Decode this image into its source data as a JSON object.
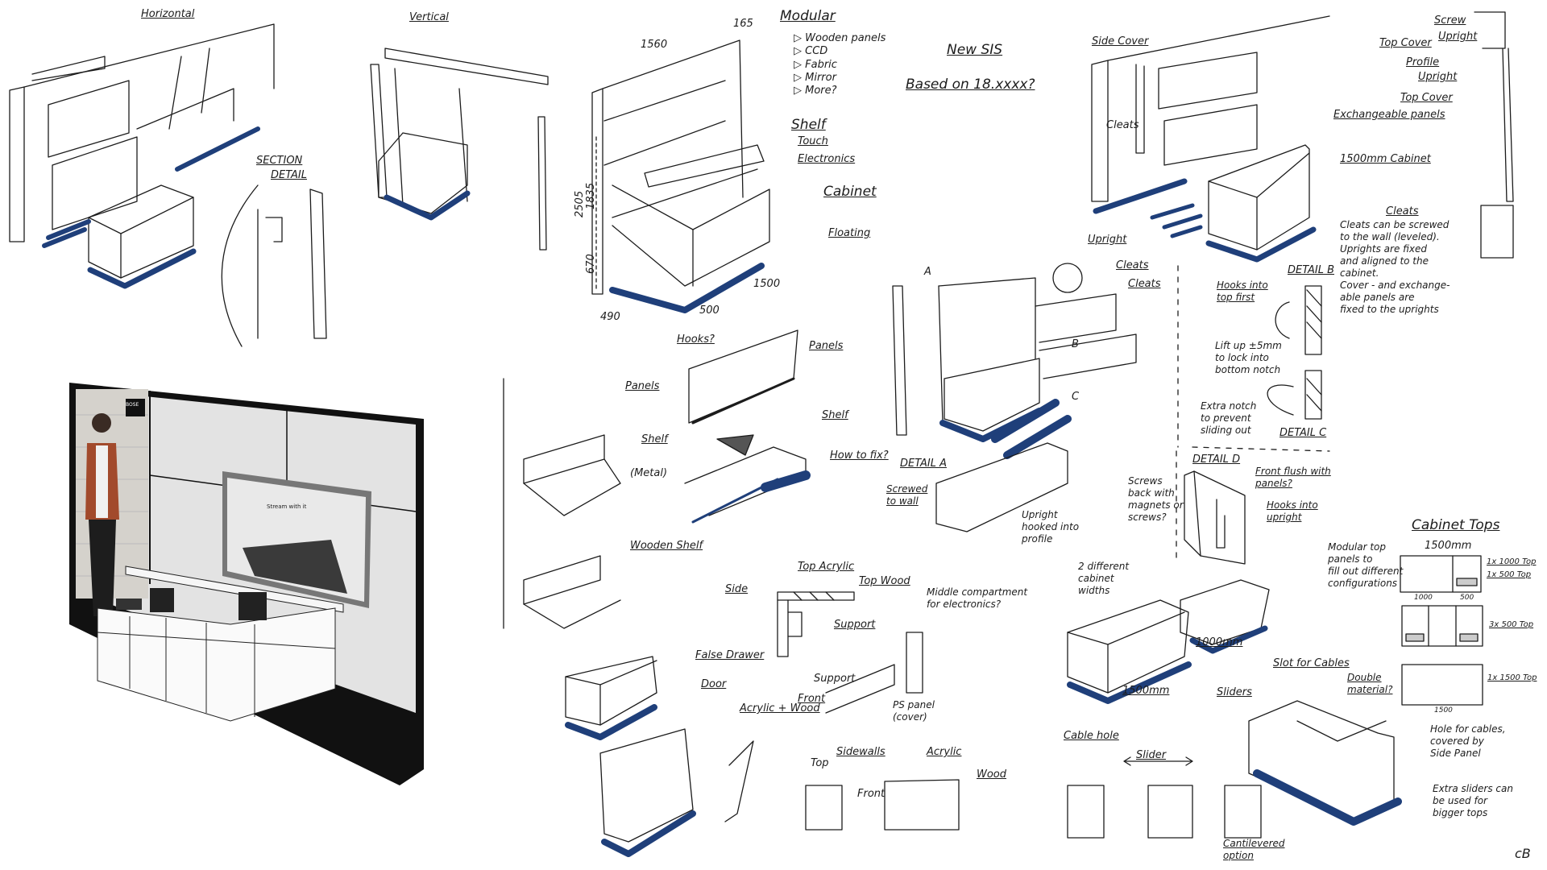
{
  "sheet": {
    "ink_color": "#1c1c1c",
    "marker_color": "#1f3f7a",
    "signature": "cB"
  },
  "concepts": {
    "horizontal": "Horizontal",
    "vertical": "Vertical",
    "section_detail_1": "SECTION",
    "section_detail_2": "DETAIL"
  },
  "modular": {
    "title": "Modular",
    "options": [
      "▷ Wooden panels",
      "▷ CCD",
      "▷ Fabric",
      "▷ Mirror",
      "▷ More?"
    ],
    "shelf": "Shelf",
    "touch": "Touch",
    "electronics": "Electronics",
    "cabinet": "Cabinet",
    "floating": "Floating",
    "dims": {
      "width": "1560",
      "depth_top": "165",
      "height_total": "2505",
      "height_panel": "1835",
      "height_base": "670",
      "cab_length": "1500",
      "cab_height": "500",
      "cab_depth": "490"
    }
  },
  "new_sis": {
    "title": "New SIS",
    "subtitle": "Based on 18.xxxx?"
  },
  "exploded": {
    "side_cover": "Side Cover",
    "top_cover": "Top Cover",
    "profile": "Profile",
    "screw": "Screw",
    "upright_top": "Upright",
    "upright_mid": "Upright",
    "top_cover_2": "Top Cover",
    "exchangeable_panels": "Exchangeable panels",
    "cabinet_1500": "1500mm Cabinet",
    "cleats_1": "Cleats",
    "upright_low": "Upright",
    "cleats_2": "Cleats",
    "cleats_3": "Cleats",
    "note": "Cleats can be screwed\nto the wall (leveled).\nUprights are fixed\nand aligned to the\ncabinet.\nCover - and exchange-\nable panels are\nfixed to the uprights"
  },
  "details": {
    "detail_b": "DETAIL B",
    "hooks_top": "Hooks into\ntop first",
    "lift_up": "Lift up ±5mm\nto lock into\nbottom notch",
    "extra_notch": "Extra notch\nto prevent\nsliding out",
    "detail_c": "DETAIL C",
    "detail_d": "DETAIL D",
    "screws_back": "Screws\nback with\nmagnets or\nscrews?",
    "front_flush": "Front flush with\npanels?",
    "hooks_upright": "Hooks into\nupright",
    "detail_a": "DETAIL A",
    "screwed_wall": "Screwed\nto wall",
    "upright_hooked": "Upright\nhooked into\nprofile",
    "label_a": "A",
    "label_b": "B",
    "label_c": "C",
    "cleats": "Cleats"
  },
  "panels": {
    "hooks": "Hooks?",
    "panels_1": "Panels",
    "panels_2": "Panels",
    "shelf_metal": "Shelf",
    "metal": "(Metal)",
    "shelf_2": "Shelf",
    "how_to_fix": "How to fix?",
    "wooden_shelf": "Wooden Shelf"
  },
  "cabinet_section": {
    "top_acrylic": "Top Acrylic",
    "top_wood": "Top Wood",
    "side": "Side",
    "support": "Support",
    "middle_compartment": "Middle compartment\nfor electronics?",
    "false_drawer": "False Drawer",
    "door": "Door",
    "acrylic_wood": "Acrylic + Wood",
    "support_2": "Support",
    "front": "Front",
    "ps_panel": "PS panel\n(cover)",
    "top": "Top",
    "sidewalls": "Sidewalls",
    "front_2": "Front",
    "acrylic": "Acrylic",
    "wood": "Wood"
  },
  "cabinets": {
    "widths_note": "2 different\ncabinet\nwidths",
    "w1000": "1000mm",
    "w1500": "1500mm",
    "cabinet_tops": "Cabinet Tops",
    "tops_width": "1500mm",
    "modular_tops": "Modular top\npanels to\nfill out different\nconfigurations",
    "top_1x1000": "1x 1000 Top",
    "top_1x500": "1x 500 Top",
    "top_3x500": "3x 500 Top",
    "top_1x1500": "1x 1500 Top",
    "dim_1000": "1000",
    "dim_500": "500",
    "dim_1500": "1500",
    "slot_cables": "Slot for Cables",
    "double_material": "Double\nmaterial?",
    "sliders": "Sliders",
    "hole_cables": "Hole for cables,\ncovered by\nSide Panel",
    "extra_sliders": "Extra sliders can\nbe used for\nbigger tops",
    "cable_hole": "Cable hole",
    "slider": "Slider",
    "cantilevered": "Cantilevered\noption"
  },
  "render": {
    "brand": "BOSE",
    "screen_title": "Stream with it"
  }
}
